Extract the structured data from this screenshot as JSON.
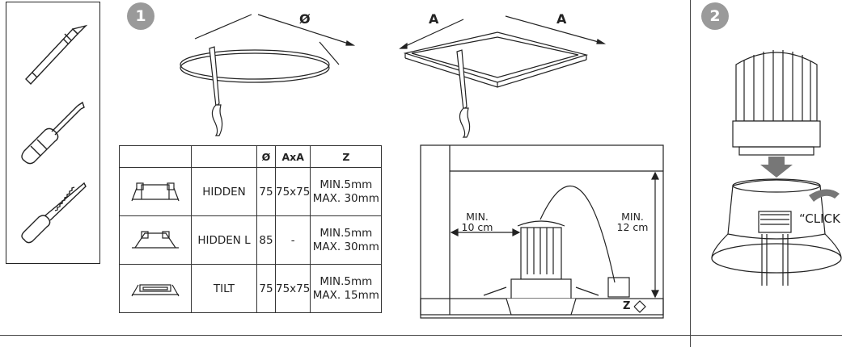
{
  "steps": {
    "step1": "1",
    "step2": "2"
  },
  "cutout": {
    "round_symbol": "Ø",
    "square_symbol_1": "A",
    "square_symbol_2": "A"
  },
  "table": {
    "headers": [
      "",
      "",
      "Ø",
      "AxA",
      "Z"
    ],
    "rows": [
      {
        "name": "HIDDEN",
        "diameter": "75",
        "axa": "75x75",
        "z_min": "MIN.5mm",
        "z_max": "MAX. 30mm"
      },
      {
        "name": "HIDDEN L",
        "diameter": "85",
        "axa": "-",
        "z_min": "MIN.5mm",
        "z_max": "MAX. 30mm"
      },
      {
        "name": "TILT",
        "diameter": "75",
        "axa": "75x75",
        "z_min": "MIN.5mm",
        "z_max": "MAX. 15mm"
      }
    ]
  },
  "clearance": {
    "side_line1": "MIN.",
    "side_line2": "10 cm",
    "top_line1": "MIN.",
    "top_line2": "12 cm",
    "z_label": "Z"
  },
  "step2_text": {
    "click": "“CLICK"
  },
  "colors": {
    "badge": "#9a9a9a",
    "line": "#222222"
  }
}
